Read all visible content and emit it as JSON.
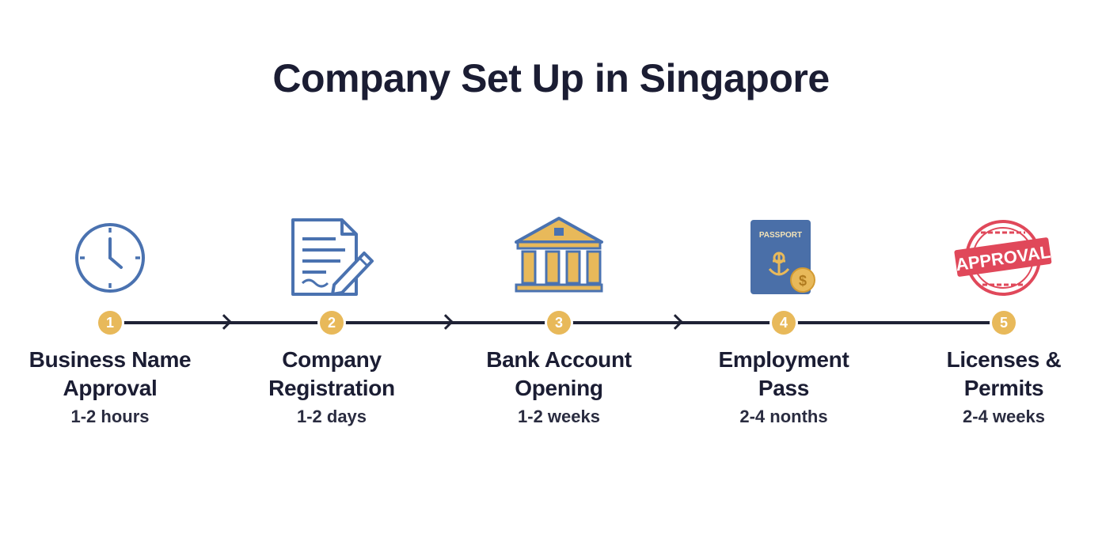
{
  "title": "Company Set Up in Singapore",
  "colors": {
    "accent": "#e8b95a",
    "line": "#1f2235",
    "blue": "#4a72b0",
    "red": "#e0485a"
  },
  "steps": [
    {
      "number": "1",
      "line1": "Business Name",
      "line2": "Approval",
      "duration": "1-2 hours",
      "icon": "clock-icon"
    },
    {
      "number": "2",
      "line1": "Company",
      "line2": "Registration",
      "duration": "1-2 days",
      "icon": "document-pen-icon"
    },
    {
      "number": "3",
      "line1": "Bank Account",
      "line2": "Opening",
      "duration": "1-2 weeks",
      "icon": "bank-icon"
    },
    {
      "number": "4",
      "line1": "Employment",
      "line2": "Pass",
      "duration": "2-4 nonths",
      "icon": "passport-icon"
    },
    {
      "number": "5",
      "line1": "Licenses &",
      "line2": "Permits",
      "duration": "2-4 weeks",
      "icon": "approval-stamp-icon"
    }
  ],
  "passport_text": "PASSPORT",
  "stamp_text": "APPROVAL",
  "currency_symbol": "$"
}
